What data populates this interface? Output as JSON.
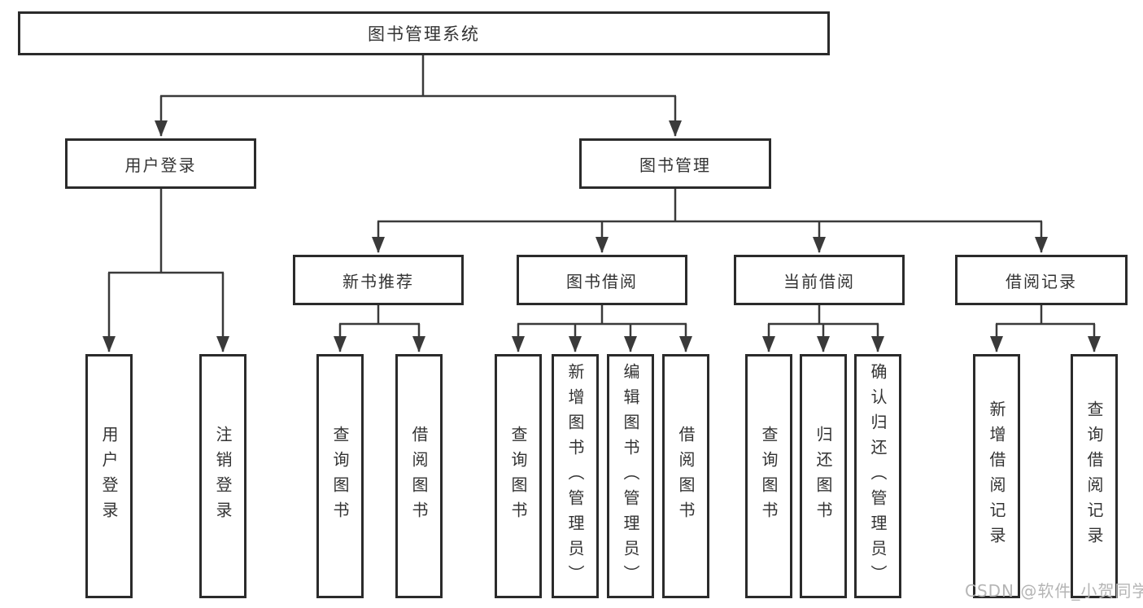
{
  "tree": {
    "label": "图书管理系统",
    "children": [
      {
        "label": "用户登录",
        "children": [
          {
            "label": "用户登录"
          },
          {
            "label": "注销登录"
          }
        ]
      },
      {
        "label": "图书管理",
        "children": [
          {
            "label": "新书推荐",
            "children": [
              {
                "label": "查询图书"
              },
              {
                "label": "借阅图书"
              }
            ]
          },
          {
            "label": "图书借阅",
            "children": [
              {
                "label": "查询图书"
              },
              {
                "label": "新增图书（管理员）"
              },
              {
                "label": "编辑图书（管理员）"
              },
              {
                "label": "借阅图书"
              }
            ]
          },
          {
            "label": "当前借阅",
            "children": [
              {
                "label": "查询图书"
              },
              {
                "label": "归还图书"
              },
              {
                "label": "确认归还（管理员）"
              }
            ]
          },
          {
            "label": "借阅记录",
            "children": [
              {
                "label": "新增借阅记录"
              },
              {
                "label": "查询借阅记录"
              }
            ]
          }
        ]
      }
    ]
  },
  "watermark": {
    "text": "CSDN @软件_小贺同学"
  },
  "colors": {
    "line": "#3a3a3a",
    "box_border": "#2b2b2b",
    "text": "#333333",
    "watermark": "#b5b5b5",
    "background": "#ffffff"
  }
}
